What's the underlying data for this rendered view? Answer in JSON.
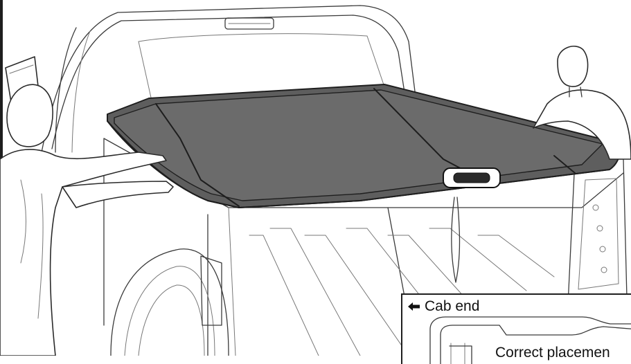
{
  "diagram": {
    "subject": "tonneau-cover-installation",
    "inset": {
      "direction_label": "Cab end",
      "direction_icon": "left-arrow-icon",
      "caption_visible": "Correct placemen"
    }
  }
}
